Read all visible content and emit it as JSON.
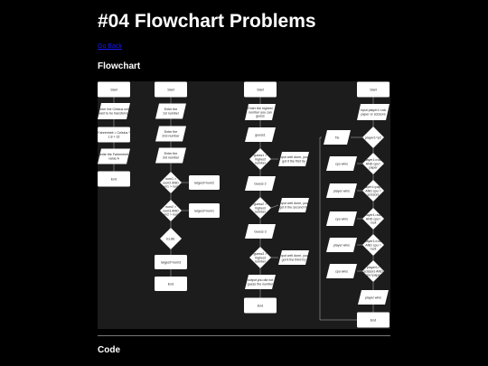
{
  "page": {
    "title": "#04 Flowchart Problems",
    "back_link": "Go Back",
    "flowchart_heading": "Flowchart",
    "code_heading": "Code"
  },
  "colors": {
    "background": "#000000",
    "chart_background": "#1c1c1c",
    "node_fill": "#ffffff",
    "connector": "#bbbbbb",
    "link": "#1a1aff"
  },
  "flowchart": {
    "col1": {
      "start": "Start",
      "input1": [
        "Enter the Celsius unit",
        "want to be transferred"
      ],
      "process1": [
        "Fahrenheit = Celsius *",
        "1.8 + 32"
      ],
      "output1": [
        "write the Fahrenheit",
        "value A"
      ],
      "end": "End"
    },
    "col2": {
      "start": "Start",
      "input1": [
        "Enter the",
        "1st number"
      ],
      "input2": [
        "Enter the",
        "2nd number"
      ],
      "input3": [
        "Enter the",
        "3rd number"
      ],
      "decision1": [
        "num1 >",
        "num2 AND",
        "num1 > num3"
      ],
      "decision2": [
        "num2 >",
        "num3 AND",
        "num2 > num1"
      ],
      "decision3": "ELSE",
      "out1": "largest=num2",
      "out2": "largest=num1",
      "out3": "largest=num3",
      "end": "End"
    },
    "col3": {
      "start": "Start",
      "input1": [
        "Enter the highest",
        "number you can",
        "guess"
      ],
      "input2": "guess1",
      "decision1": [
        "guess1 >",
        "highest",
        "number"
      ],
      "out1": [
        "input well done, you",
        "got it the first try"
      ],
      "input3": "Guess 2",
      "decision2": [
        "guess2 >",
        "highest",
        "number"
      ],
      "out2": [
        "input well done, you",
        "got it the second try"
      ],
      "input4": "Guess 3",
      "decision3": [
        "guess3 >",
        "highest",
        "number"
      ],
      "out3": [
        "input well done, you",
        "got it the third try"
      ],
      "out4": [
        "output you did not",
        "guess the number"
      ],
      "end": "End"
    },
    "col4": {
      "start": "Start",
      "input1": [
        "input player1 rock",
        "paper or scissors"
      ],
      "process1": "Tie",
      "decision1": "player1=p2",
      "out1": "cpu wins",
      "decision2": [
        "player1=rock",
        "AND cpu=",
        "paper"
      ],
      "out2": "player wins",
      "decision3": [
        "player1=paper",
        "AND cpu =",
        "scissors"
      ],
      "out3": "cpu wins",
      "decision4": [
        "player1=scis",
        "AND cpu=",
        "rock"
      ],
      "out4": "player wins",
      "decision5": [
        "player1=rock",
        "AND cpu =",
        "rock"
      ],
      "out5": "cpu wins",
      "decision6": [
        "player1=",
        "scissors AND",
        "cpu=paper"
      ],
      "out6": "player wins",
      "end": "End"
    }
  }
}
